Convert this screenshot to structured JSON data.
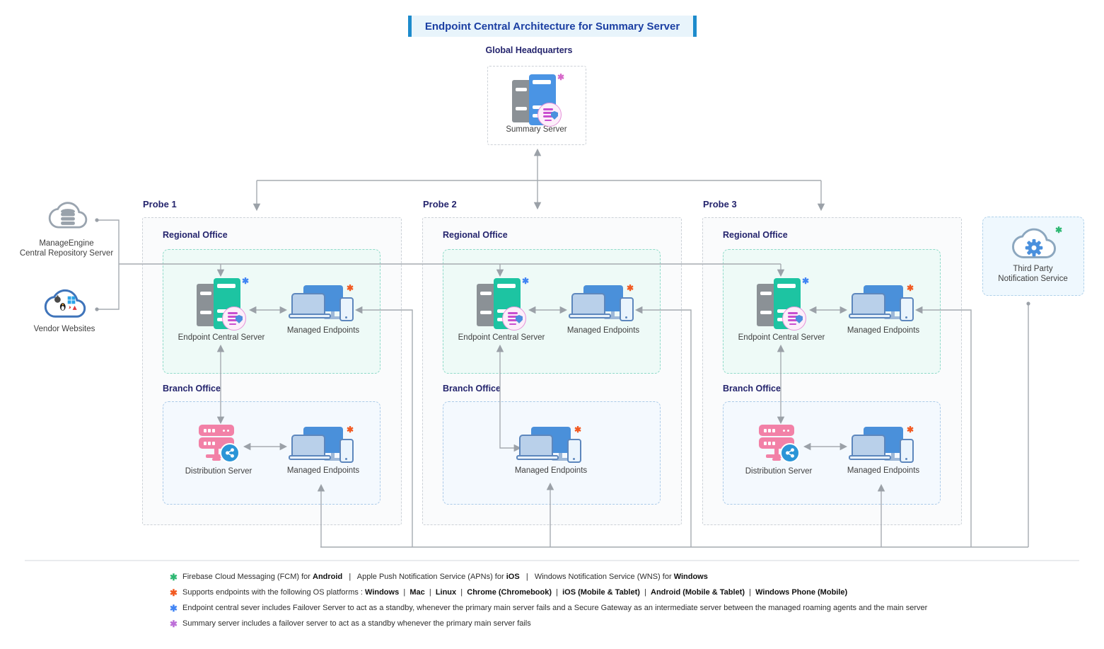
{
  "title": "Endpoint Central Architecture for Summary Server",
  "headquarters": {
    "label": "Global Headquarters",
    "summary_server": {
      "label": "Summary Server",
      "asterisk_color": "#d668c9"
    }
  },
  "external": {
    "repository": {
      "line1": "ManageEngine",
      "line2": "Central Repository Server"
    },
    "vendor_websites": {
      "label": "Vendor Websites"
    },
    "third_party": {
      "line1": "Third Party",
      "line2": "Notification Service",
      "asterisk_color": "#2eb873"
    }
  },
  "probes": [
    {
      "name": "Probe 1",
      "regional": {
        "label": "Regional Office",
        "server": {
          "label": "Endpoint Central Server",
          "asterisk_color": "#4285f4"
        },
        "endpoints": {
          "label": "Managed Endpoints",
          "asterisk_color": "#f25a22"
        }
      },
      "branch": {
        "label": "Branch Office",
        "server": {
          "label": "Distribution Server"
        },
        "endpoints": {
          "label": "Managed Endpoints",
          "asterisk_color": "#f25a22"
        }
      }
    },
    {
      "name": "Probe 2",
      "regional": {
        "label": "Regional Office",
        "server": {
          "label": "Endpoint Central Server",
          "asterisk_color": "#4285f4"
        },
        "endpoints": {
          "label": "Managed Endpoints",
          "asterisk_color": "#f25a22"
        }
      },
      "branch": {
        "label": "Branch Office",
        "endpoints": {
          "label": "Managed Endpoints",
          "asterisk_color": "#f25a22"
        }
      }
    },
    {
      "name": "Probe 3",
      "regional": {
        "label": "Regional Office",
        "server": {
          "label": "Endpoint Central Server",
          "asterisk_color": "#4285f4"
        },
        "endpoints": {
          "label": "Managed Endpoints",
          "asterisk_color": "#f25a22"
        }
      },
      "branch": {
        "label": "Branch Office",
        "server": {
          "label": "Distribution Server"
        },
        "endpoints": {
          "label": "Managed Endpoints",
          "asterisk_color": "#f25a22"
        }
      }
    }
  ],
  "footnotes": [
    {
      "marker_color": "#2eb873",
      "segments": [
        {
          "text": "Firebase Cloud Messaging (FCM) for "
        },
        {
          "text": "Android",
          "bold": true
        },
        {
          "text": "   |   Apple Push Notification Service (APNs) for "
        },
        {
          "text": "iOS",
          "bold": true
        },
        {
          "text": "   |   Windows Notification Service (WNS) for "
        },
        {
          "text": "Windows",
          "bold": true
        }
      ]
    },
    {
      "marker_color": "#f25a22",
      "segments": [
        {
          "text": "Supports endpoints with the following OS platforms : "
        },
        {
          "text": "Windows",
          "bold": true
        },
        {
          "text": "  |  "
        },
        {
          "text": "Mac",
          "bold": true
        },
        {
          "text": "  |  "
        },
        {
          "text": "Linux",
          "bold": true
        },
        {
          "text": "  |  "
        },
        {
          "text": "Chrome (Chromebook)",
          "bold": true
        },
        {
          "text": "  |  "
        },
        {
          "text": "iOS (Mobile & Tablet)",
          "bold": true
        },
        {
          "text": "  |  "
        },
        {
          "text": "Android (Mobile & Tablet)",
          "bold": true
        },
        {
          "text": "  |  "
        },
        {
          "text": "Windows Phone (Mobile)",
          "bold": true
        }
      ]
    },
    {
      "marker_color": "#4285f4",
      "segments": [
        {
          "text": "Endpoint central sever includes Failover Server to act as a standby, whenever the primary main server fails and a Secure Gateway as an intermediate server between the managed roaming agents and the main server"
        }
      ]
    },
    {
      "marker_color": "#bd6fd8",
      "segments": [
        {
          "text": "Summary server includes a failover server to act as a standby whenever the primary main server fails"
        }
      ]
    }
  ]
}
